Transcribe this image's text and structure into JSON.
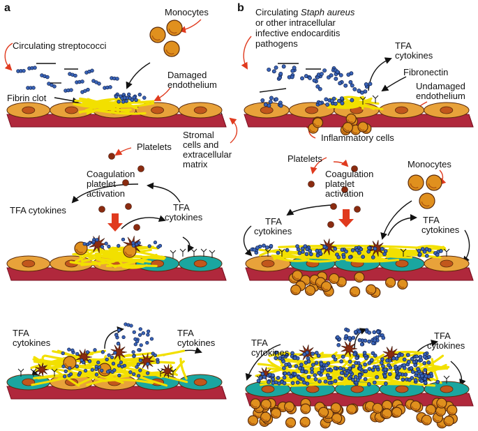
{
  "colors": {
    "endothelium_fill": "#e8a23a",
    "endothelium_stroke": "#5a2a0a",
    "cell_nucleus": "#c2571c",
    "matrix": "#b0283c",
    "matrix_dark": "#7a1020",
    "fibrin": "#f2e000",
    "bacteria": "#3a64b8",
    "bacteria_stroke": "#0e1f4a",
    "platelet": "#8a2b10",
    "monocyte": "#e0901e",
    "activated_cell": "#1aa6a0",
    "red_arrow": "#e03a1e",
    "black_arrow": "#111111"
  },
  "panel_a": {
    "letter": "a",
    "circulating_streptococci": "Circulating streptococci",
    "monocytes": "Monocytes",
    "fibrin_clot": "Fibrin clot",
    "damaged_endothelium_1": "Damaged",
    "damaged_endothelium_2": "endothelium",
    "stromal_1": "Stromal",
    "stromal_2": "cells and",
    "stromal_3": "extracellular",
    "stromal_4": "matrix",
    "platelets": "Platelets",
    "coag_1": "Coagulation",
    "coag_2": "platelet",
    "coag_3": "activation",
    "tfa_left": "TFA cytokines",
    "tfa_right_1": "TFA",
    "tfa_right_2": "cytokines",
    "tfa3_left_1": "TFA",
    "tfa3_left_2": "cytokines",
    "tfa3_right_1": "TFA",
    "tfa3_right_2": "cytokines"
  },
  "panel_b": {
    "letter": "b",
    "circ_1a": "Circulating ",
    "circ_1b": "Staph aureus",
    "circ_2": "or other intracellular",
    "circ_3": "infective endocarditis",
    "circ_4": "pathogens",
    "tfa_top_1": "TFA",
    "tfa_top_2": "cytokines",
    "fibronectin": "Fibronectin",
    "undamaged_1": "Undamaged",
    "undamaged_2": "endothelium",
    "inflammatory": "Inflammatory cells",
    "platelets": "Platelets",
    "coag_1": "Coagulation",
    "coag_2": "platelet",
    "coag_3": "activation",
    "monocytes": "Monocytes",
    "tfa_left_1": "TFA",
    "tfa_left_2": "cytokines",
    "tfa_right_1": "TFA",
    "tfa_right_2": "cytokines",
    "tfa3_left_1": "TFA",
    "tfa3_left_2": "cytokines",
    "tfa3_right_1": "TFA",
    "tfa3_right_2": "cytokines"
  }
}
